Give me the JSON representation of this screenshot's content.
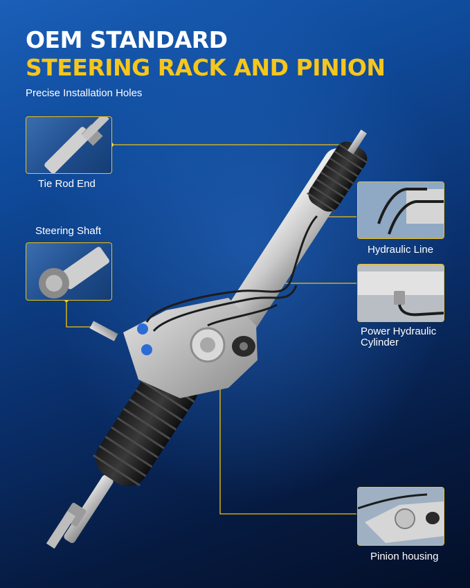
{
  "header": {
    "line1": "OEM STANDARD",
    "line2": "STEERING RACK AND PINION",
    "subtitle": "Precise Installation Holes"
  },
  "callouts": {
    "tie_rod_end": "Tie Rod End",
    "steering_shaft": "Steering Shaft",
    "hydraulic_line": "Hydraulic Line",
    "power_hydraulic_cylinder": "Power Hydraulic Cylinder",
    "pinion_housing": "Pinion housing"
  },
  "colors": {
    "accent_yellow": "#f6c61c",
    "background_blue": "#0f4a9a",
    "text_white": "#ffffff"
  }
}
